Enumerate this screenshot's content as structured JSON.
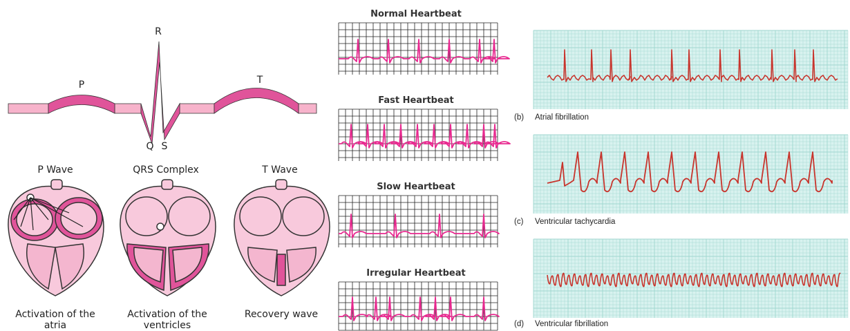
{
  "pqrst": {
    "labels": {
      "p": "P",
      "q": "Q",
      "r": "R",
      "s": "S",
      "t": "T"
    },
    "colors": {
      "light": "#f7b3cb",
      "dark": "#e0549a",
      "stroke": "#333333"
    }
  },
  "heart_phases": [
    {
      "title": "P Wave",
      "caption_line1": "Activation of the",
      "caption_line2": "atria"
    },
    {
      "title": "QRS Complex",
      "caption_line1": "Activation of the",
      "caption_line2": "ventricles"
    },
    {
      "title": "T Wave",
      "caption_line1": "Recovery wave",
      "caption_line2": ""
    }
  ],
  "heart_colors": {
    "body": "#f8c9dc",
    "inner": "#f4b6cf",
    "active": "#e0549a",
    "outline": "#333333"
  },
  "ecg_strips": [
    {
      "title": "Normal Heartbeat",
      "rhythm": "normal"
    },
    {
      "title": "Fast Heartbeat",
      "rhythm": "fast"
    },
    {
      "title": "Slow Heartbeat",
      "rhythm": "slow"
    },
    {
      "title": "Irregular Heartbeat",
      "rhythm": "irregular"
    }
  ],
  "ecg_colors": {
    "grid": "#222222",
    "trace": "#e8288f"
  },
  "rhythm_strips": [
    {
      "tag": "",
      "caption": "",
      "rhythm": "afib"
    },
    {
      "tag": "(b)",
      "caption": "Atrial fibrillation",
      "rhythm": "vtach"
    },
    {
      "tag": "(c)",
      "caption": "Ventricular tachycardia",
      "rhythm": "vfib"
    },
    {
      "tag": "(d)",
      "caption": "Ventricular fibrillation",
      "rhythm": ""
    }
  ],
  "rhythm_colors": {
    "paper": "#d8f2ef",
    "grid": "#9fd6cf",
    "trace": "#c8342c"
  }
}
